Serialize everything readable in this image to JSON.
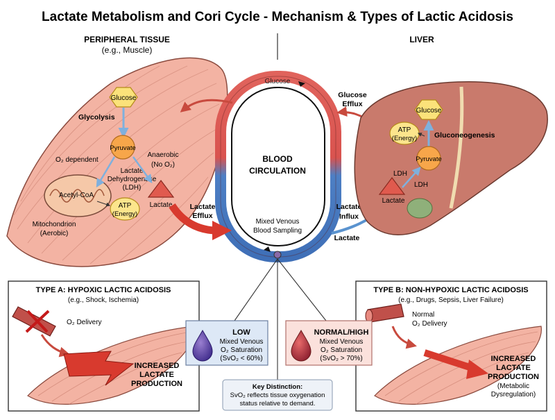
{
  "title": "Lactate Metabolism and Cori Cycle - Mechanism & Types of Lactic Acidosis",
  "peripheral": {
    "heading": "PERIPHERAL TISSUE",
    "subheading": "(e.g., Muscle)",
    "glucose": "Glucose",
    "glycolysis": "Glycolysis",
    "pyruvate": "Pyruvate",
    "o2_dependent": "O₂ dependent",
    "anaerobic_1": "Anaerobic",
    "anaerobic_2": "(No O₂)",
    "ldh_1": "Lactate",
    "ldh_2": "Dehydrogenase",
    "ldh_3": "(LDH)",
    "acetyl_coa": "Acetyl-CoA",
    "atp": "ATP",
    "atp_energy": "(Energy)",
    "lactate": "Lactate",
    "mito_1": "Mitochondrion",
    "mito_2": "(Aerobic)"
  },
  "blood": {
    "glucose": "Glucose",
    "label_1": "BLOOD",
    "label_2": "CIRCULATION",
    "sampling_1": "Mixed Venous",
    "sampling_2": "Blood Sampling"
  },
  "flows": {
    "lactate_efflux_1": "Lactate",
    "lactate_efflux_2": "Efflux",
    "glucose_efflux_1": "Glucose",
    "glucose_efflux_2": "Efflux",
    "lactate_influx_1": "Lactate",
    "lactate_influx_2": "Influx",
    "lactate_bottom": "Lactate"
  },
  "liver": {
    "heading": "LIVER",
    "glucose": "Glucose",
    "atp": "ATP",
    "atp_energy": "(Energy)",
    "gluconeogenesis": "Gluconeogenesis",
    "pyruvate": "Pyruvate",
    "ldh_a": "LDH",
    "ldh_b": "LDH",
    "lactate": "Lactate"
  },
  "type_a": {
    "heading": "TYPE A: HYPOXIC LACTIC ACIDOSIS",
    "sub": "(e.g., Shock, Ischemia)",
    "delivery": "O₂ Delivery",
    "result_1": "INCREASED",
    "result_2": "LACTATE",
    "result_3": "PRODUCTION"
  },
  "type_b": {
    "heading": "TYPE B: NON-HYPOXIC LACTIC ACIDOSIS",
    "sub": "(e.g., Drugs, Sepsis, Liver Failure)",
    "delivery_1": "Normal",
    "delivery_2": "O₂ Delivery",
    "result_1": "INCREASED",
    "result_2": "LACTATE",
    "result_3": "PRODUCTION",
    "result_4": "(Metabolic",
    "result_5": "Dysregulation)"
  },
  "svo2_low": {
    "level": "LOW",
    "line_1": "Mixed Venous",
    "line_2": "O₂ Saturation",
    "line_3": "(SvO₂ < 60%)"
  },
  "svo2_high": {
    "level": "NORMAL/HIGH",
    "line_1": "Mixed Venous",
    "line_2": "O₂ Saturation",
    "line_3": "(SvO₂ > 70%)"
  },
  "key": {
    "heading": "Key Distinction:",
    "line_1": "SvO₂ reflects tissue oxygenation",
    "line_2": "status relative to demand."
  },
  "colors": {
    "muscle": "#f3b3a3",
    "liver": "#c97a6c",
    "artery_red": "#d9534f",
    "vein_blue": "#4d7fc4",
    "glucose_yellow": "#fbe27a",
    "pyruvate_orange": "#f7a64a",
    "lactate_red": "#e05a4e",
    "atp_yellow": "#fce58c",
    "arrow_red": "#d83a2e",
    "arrow_blue": "#5a93cf",
    "low_box": "#dde8f6",
    "high_box": "#fbe1dc"
  }
}
